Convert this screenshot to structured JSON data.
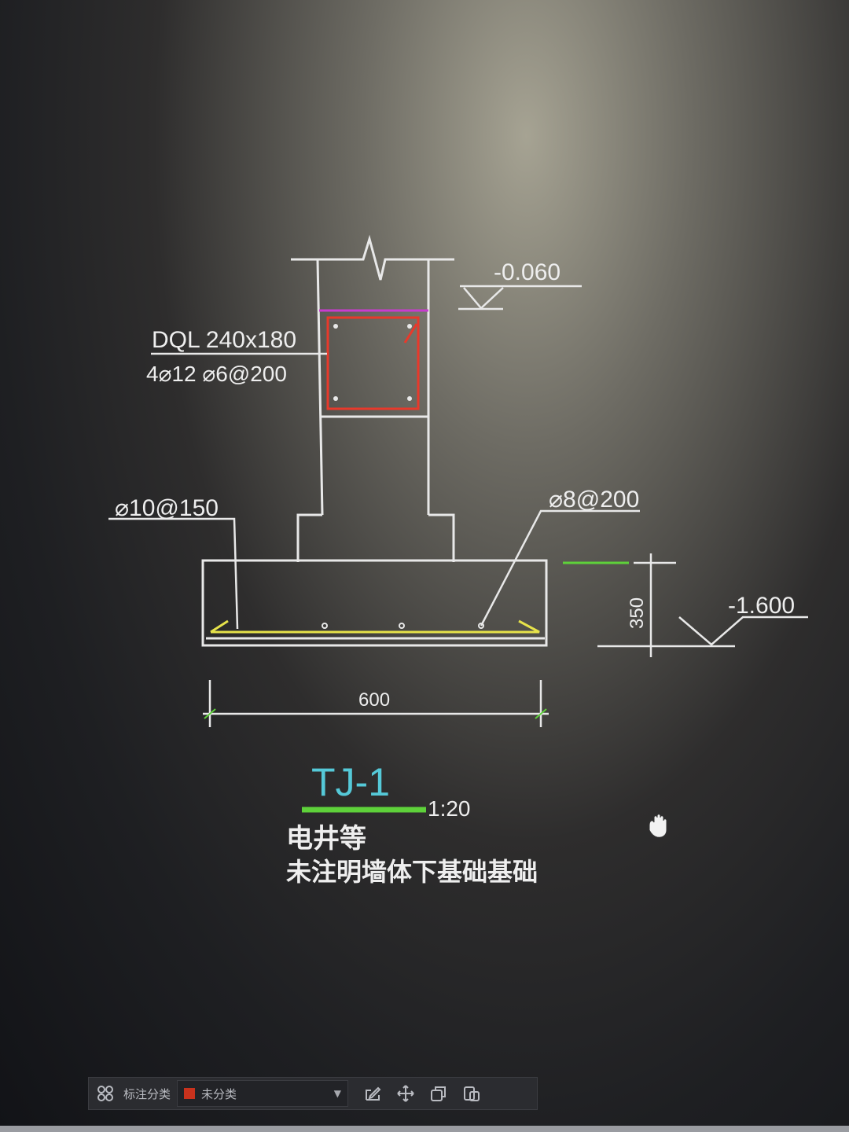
{
  "drawing": {
    "top_elevation": "-0.060",
    "beam_label": "DQL 240x180",
    "beam_rebar": "4⌀12 ⌀6@200",
    "left_rebar": "⌀10@150",
    "right_rebar": "⌀8@200",
    "footing_height": "350",
    "bottom_elevation": "-1.600",
    "width_dim": "600",
    "title": "TJ-1",
    "scale": "1:20",
    "note_line1": "电井等",
    "note_line2": "未注明墙体下基础基础"
  },
  "toolbar": {
    "category_label": "标注分类",
    "category_value": "未分类",
    "swatch_color": "#c8321d",
    "icons": [
      "grid-icon",
      "edit-icon",
      "move-icon",
      "copy-icon",
      "paste-icon"
    ]
  },
  "colors": {
    "line": "#e8e8e8",
    "stirrup": "#e8392b",
    "rebar": "#e6e24a",
    "title": "#55c9d8",
    "scale_bar": "#5ed13a",
    "magenta": "#c83ccf"
  }
}
